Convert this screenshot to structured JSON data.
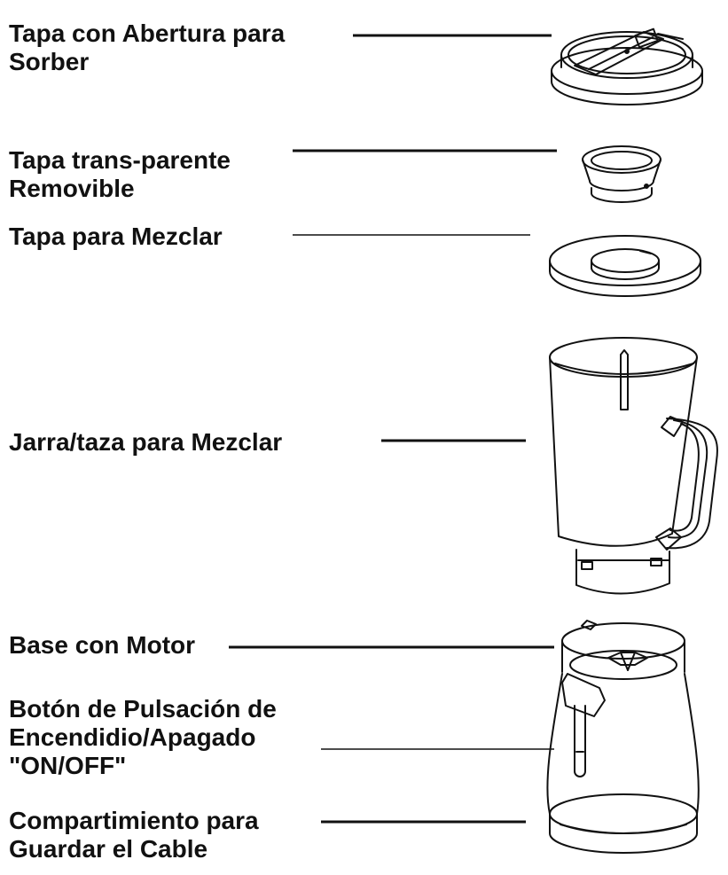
{
  "colors": {
    "ink": "#111111",
    "background": "#ffffff"
  },
  "parts": [
    {
      "lines": [
        "Tapa con Abertura para",
        "Sorber"
      ]
    },
    {
      "lines": [
        "Tapa trans-parente",
        "Removible"
      ]
    },
    {
      "lines": [
        "Tapa para Mezclar"
      ]
    },
    {
      "lines": [
        "Jarra/taza  para Mezclar"
      ]
    },
    {
      "lines": [
        "Base con Motor"
      ]
    },
    {
      "lines": [
        "Botón de Pulsación de",
        "Encendidio/Apagado",
        "\"ON/OFF\""
      ]
    },
    {
      "lines": [
        "Compartimiento para",
        "Guardar el Cable"
      ]
    }
  ]
}
